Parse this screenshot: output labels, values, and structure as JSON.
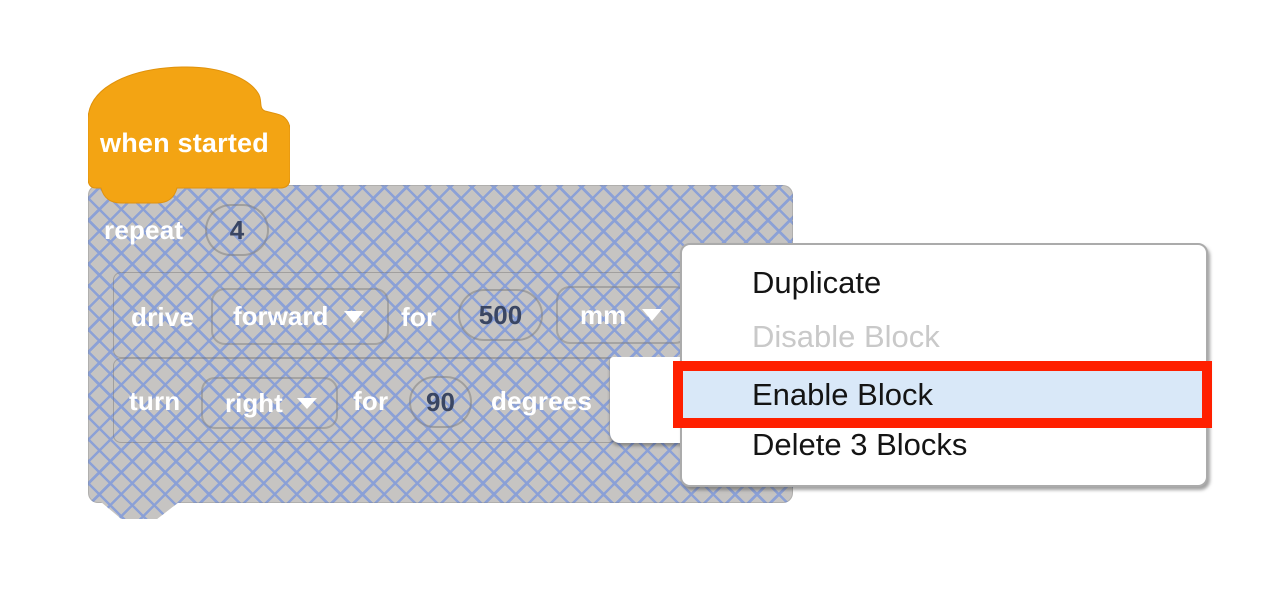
{
  "blocks": {
    "when_started": {
      "label": "when started"
    },
    "repeat": {
      "label": "repeat",
      "times": "4"
    },
    "drive": {
      "label": "drive",
      "direction": "forward",
      "for_label": "for",
      "distance": "500",
      "unit": "mm"
    },
    "turn": {
      "label": "turn",
      "direction": "right",
      "for_label": "for",
      "angle": "90",
      "unit_label": "degrees"
    }
  },
  "context_menu": {
    "items": [
      {
        "label": "Duplicate",
        "state": "normal"
      },
      {
        "label": "Disable Block",
        "state": "disabled"
      },
      {
        "label": "Enable Block",
        "state": "highlighted"
      },
      {
        "label": "Delete 3 Blocks",
        "state": "normal"
      }
    ]
  },
  "colors": {
    "hat_orange": "#F3A413",
    "disabled_block_gray": "#C6C4C2",
    "hatch_blue": "#899FD7",
    "number_text": "#3A4663",
    "menu_highlight_blue": "#D9E8F8",
    "annotation_red": "#FF2000",
    "disabled_item_gray": "#C9C9C9"
  }
}
